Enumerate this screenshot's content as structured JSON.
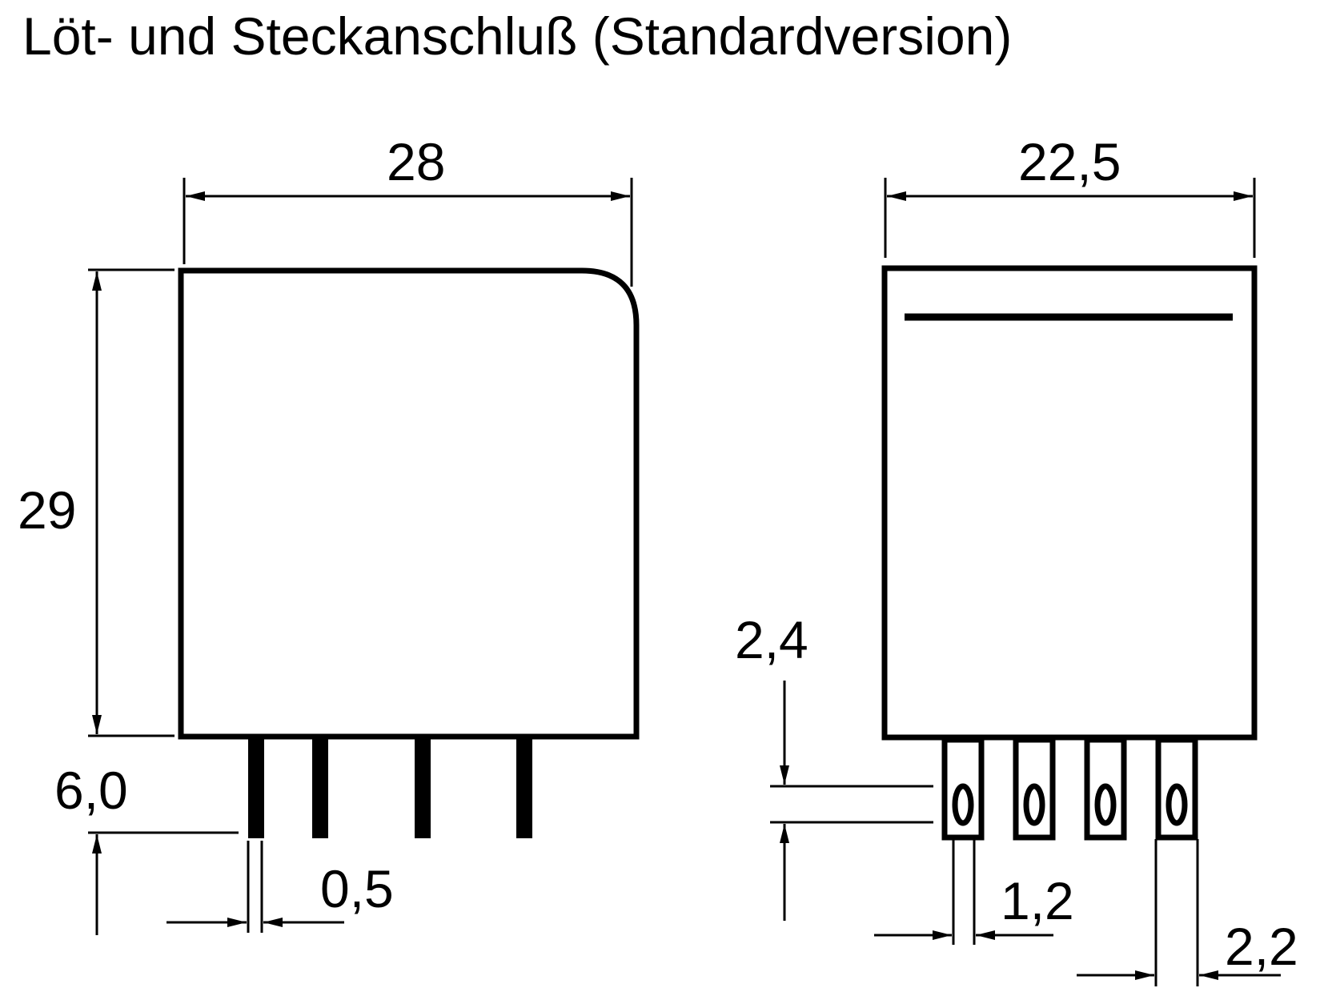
{
  "title": "Löt- und Steckanschluß (Standardversion)",
  "dimensions": {
    "side_width": "28",
    "side_height": "29",
    "pin_length": "6,0",
    "pin_thickness": "0,5",
    "front_width": "22,5",
    "hole_offset": "2,4",
    "tab_width_inner": "1,2",
    "tab_width_outer": "2,2"
  },
  "colors": {
    "ink": "#000000",
    "background": "#ffffff"
  }
}
